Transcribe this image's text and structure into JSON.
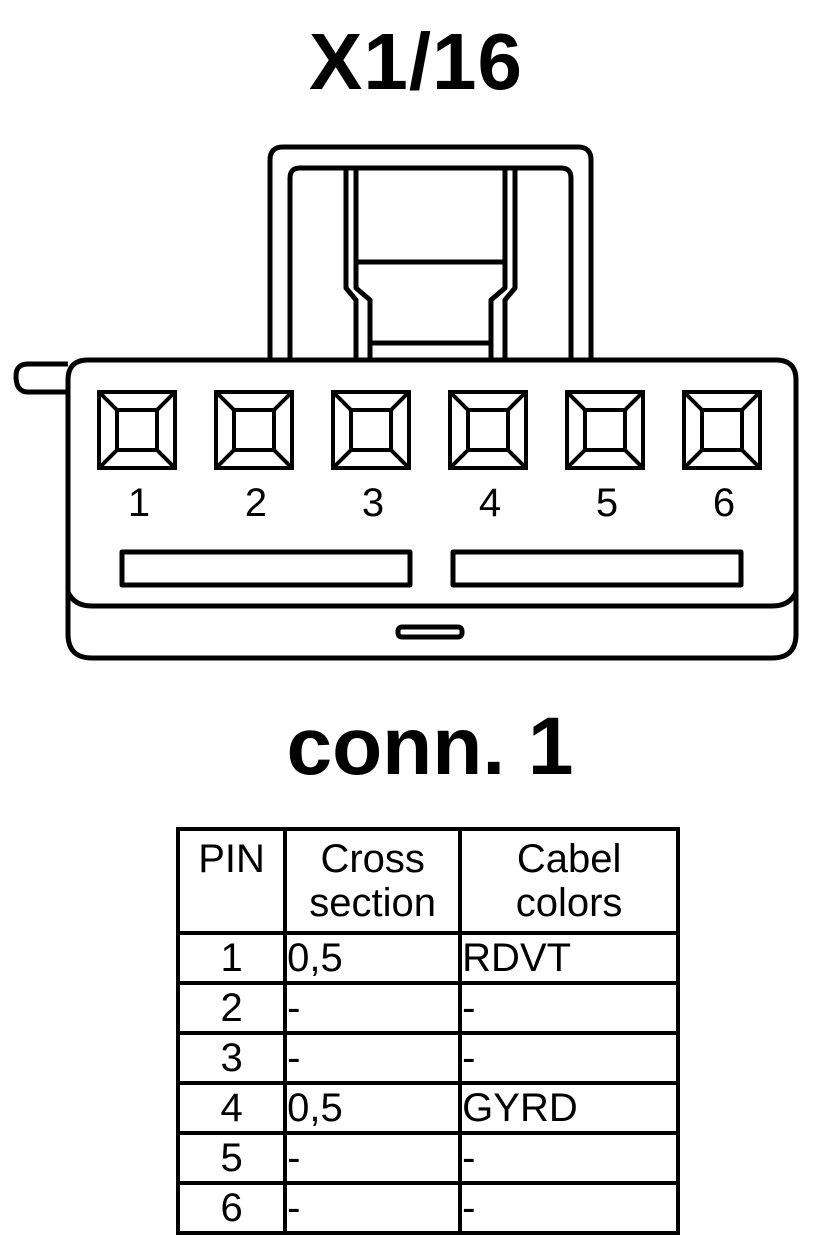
{
  "title": "X1/16",
  "subtitle": "conn. 1",
  "connector": {
    "pin_labels": [
      "1",
      "2",
      "3",
      "4",
      "5",
      "6"
    ]
  },
  "table": {
    "headers": {
      "pin": "PIN",
      "cross_section": [
        "Cross",
        "section"
      ],
      "cable_colors": [
        "Cabel",
        "colors"
      ]
    },
    "rows": [
      {
        "pin": "1",
        "cross_section": "0,5",
        "color": "RDVT"
      },
      {
        "pin": "2",
        "cross_section": "-",
        "color": "-"
      },
      {
        "pin": "3",
        "cross_section": "-",
        "color": "-"
      },
      {
        "pin": "4",
        "cross_section": "0,5",
        "color": "GYRD"
      },
      {
        "pin": "5",
        "cross_section": "-",
        "color": "-"
      },
      {
        "pin": "6",
        "cross_section": "-",
        "color": "-"
      }
    ]
  }
}
